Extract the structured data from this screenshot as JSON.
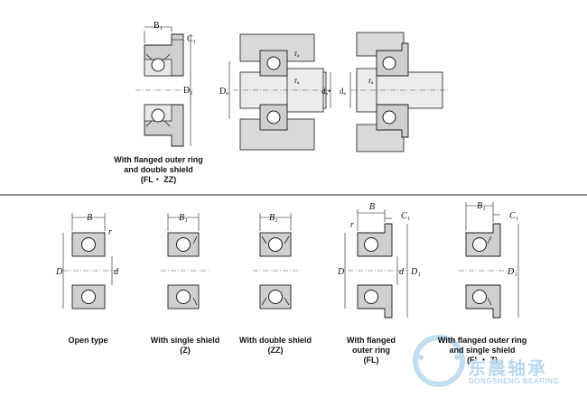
{
  "top_section": {
    "caption": "With flanged outer ring\nand double shield\n(FL・ ZZ)",
    "labels": {
      "B": "B₁",
      "C": "C₁",
      "D": "D₁",
      "ra_top": "rₐ",
      "ra_mid": "rₐ",
      "ra_right": "rₐ",
      "Da": "Dₐ",
      "da_mid": "dₐ•",
      "da_right": "dₐ"
    }
  },
  "bottom_section": {
    "types": [
      {
        "caption": "Open type",
        "B": "B",
        "D": "D",
        "d": "d",
        "r": "r"
      },
      {
        "caption": "With single shield\n(Z)",
        "B": "B₁"
      },
      {
        "caption": "With double shield\n(ZZ)",
        "B": "B₁"
      },
      {
        "caption": "With flanged\nouter ring\n(FL)",
        "B": "B",
        "C": "C₁",
        "D": "D",
        "D1": "D₁",
        "d": "d",
        "r": "r"
      },
      {
        "caption": "With flanged outer ring\nand single shield\n(FL・ Z)",
        "B": "B₁",
        "C": "C₁",
        "D": "D₁"
      }
    ]
  },
  "watermark": {
    "name_cn": "东晨轴承",
    "name_en": "DONGSHENG BEARING",
    "color": "#b9d8ef"
  },
  "colors": {
    "ring_fill": "#cfcfcf",
    "housing_fill": "#d9d9d9",
    "line": "#1a1a1a",
    "divider": "#222222"
  }
}
